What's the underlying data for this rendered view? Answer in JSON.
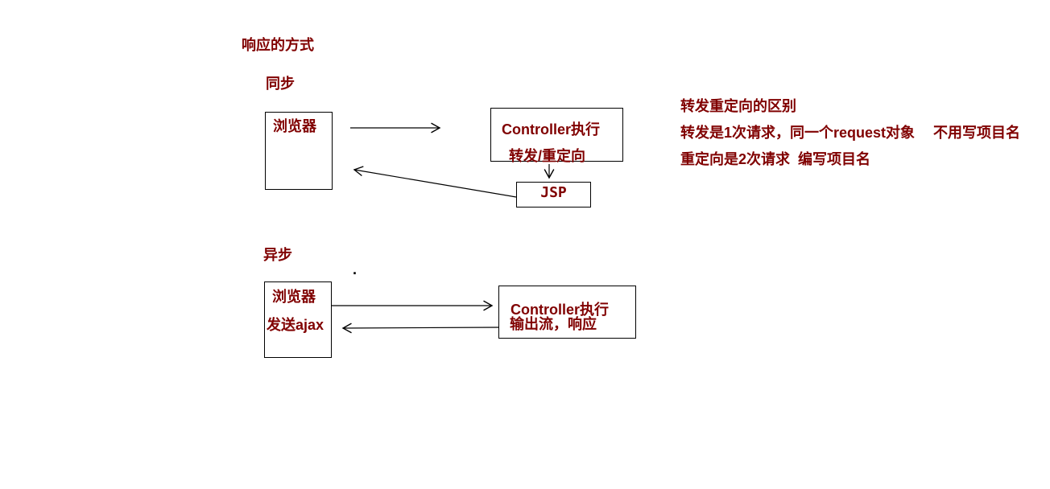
{
  "page": {
    "title_label": "响应的方式"
  },
  "colors": {
    "text_ink": "#800000",
    "line_ink": "#000000",
    "canvas_background": "#ffffff"
  },
  "sync_section": {
    "label": "同步",
    "browser_box": {
      "label": "浏览器"
    },
    "controller_box": {
      "line1": "Controller执行",
      "line2": "转发/重定向"
    },
    "jsp_box": {
      "label": "JSP"
    }
  },
  "async_section": {
    "label": "异步",
    "stray_mark": ".",
    "browser_box": {
      "line1": "浏览器",
      "line2": "发送ajax"
    },
    "controller_box": {
      "line1": "Controller执行",
      "line2": "输出流，响应"
    }
  },
  "notes": {
    "heading": "转发重定向的区别",
    "lines": [
      "转发是1次请求，同一个request对象　 不用写项目名",
      "重定向是2次请求  编写项目名"
    ]
  }
}
